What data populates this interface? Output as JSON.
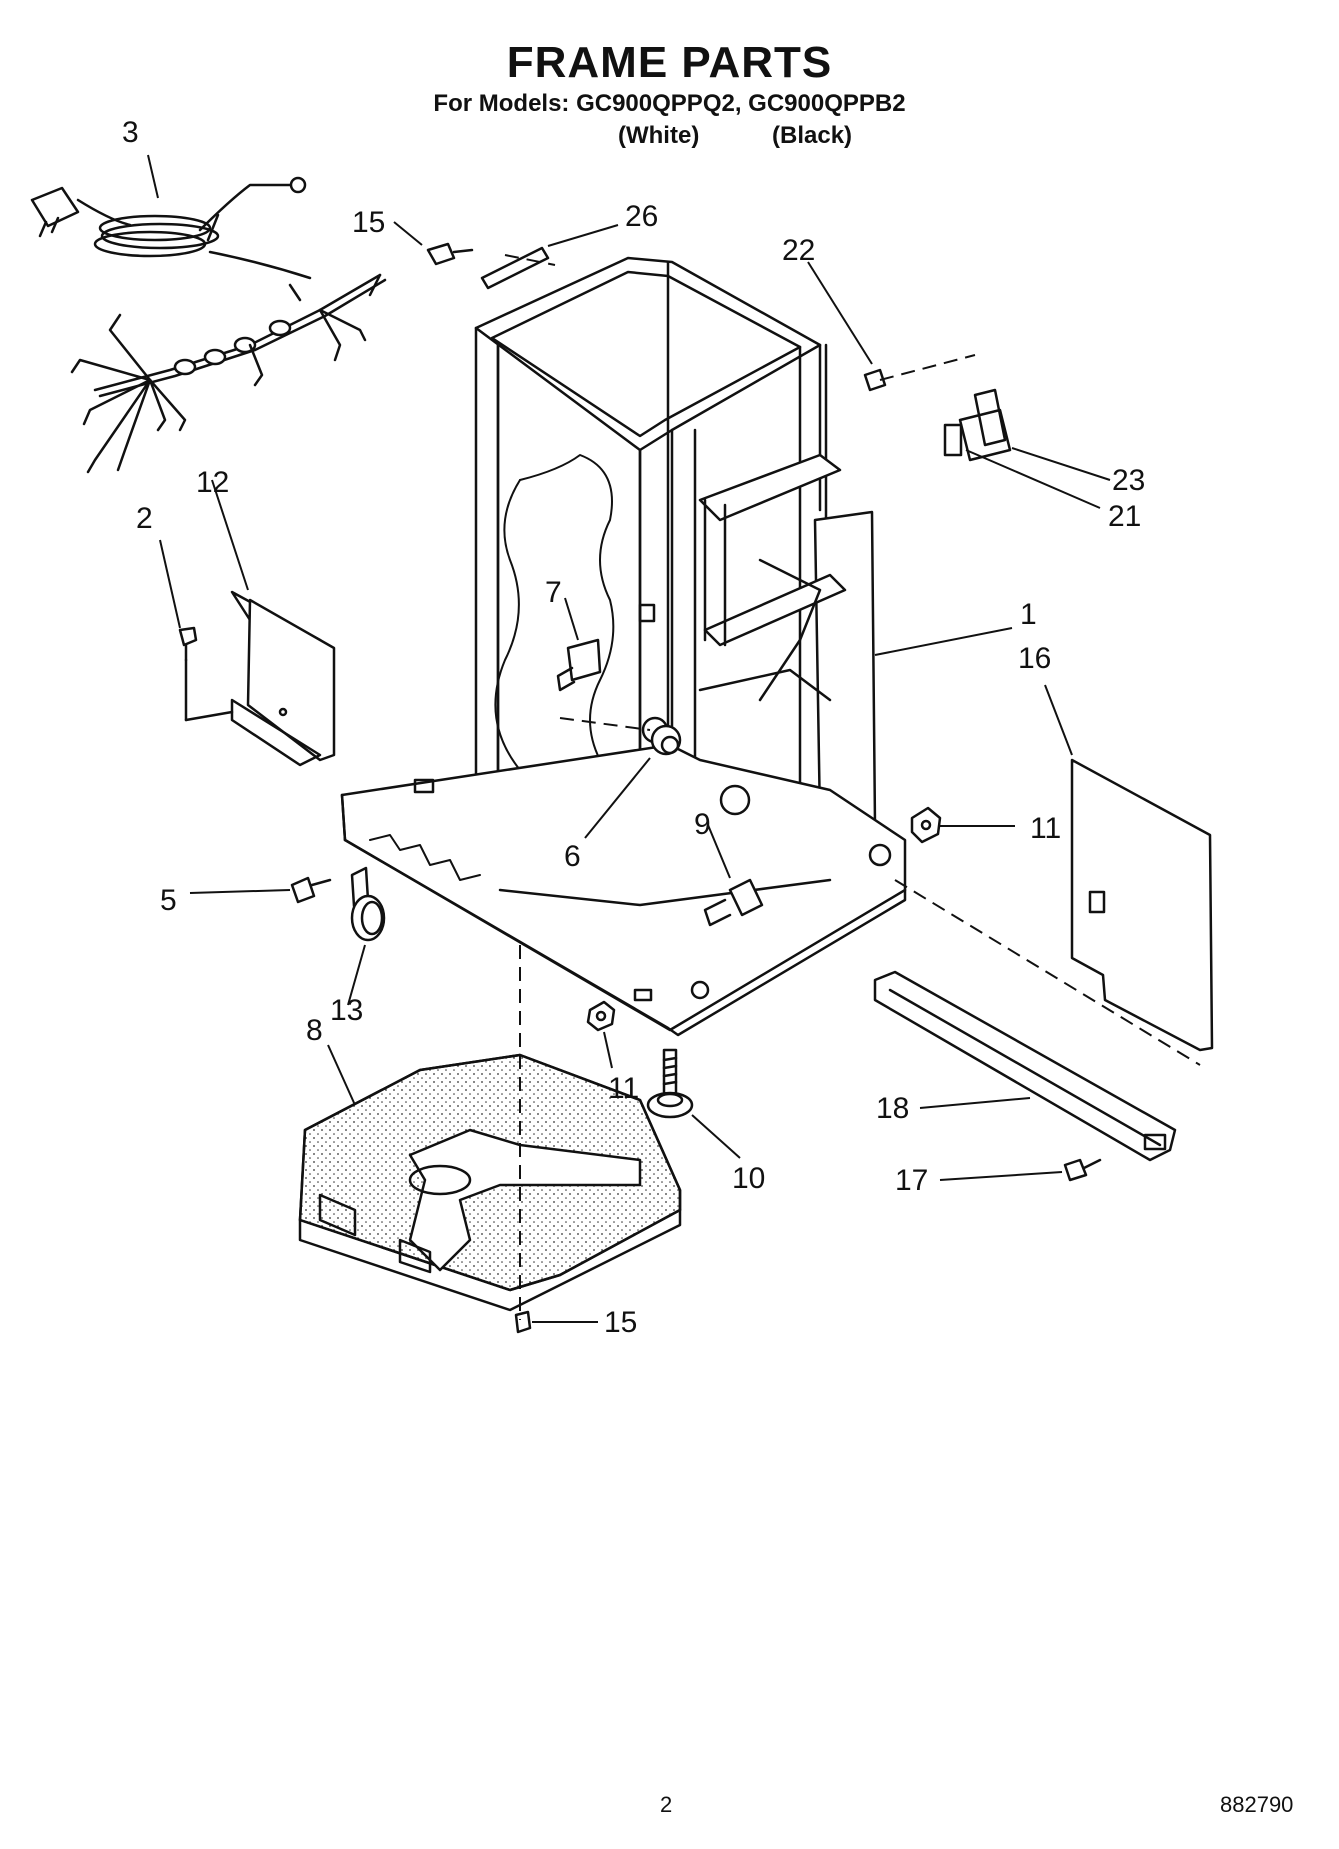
{
  "header": {
    "title": "FRAME PARTS",
    "models_line": "For Models: GC900QPPQ2, GC900QPPB2",
    "variant_white": "(White)",
    "variant_black": "(Black)"
  },
  "callouts": [
    "3",
    "15",
    "26",
    "22",
    "23",
    "21",
    "12",
    "2",
    "7",
    "1",
    "16",
    "11",
    "6",
    "9",
    "5",
    "13",
    "8",
    "11",
    "10",
    "18",
    "17",
    "15"
  ],
  "footer": {
    "page_number": "2",
    "doc_code": "882790"
  }
}
